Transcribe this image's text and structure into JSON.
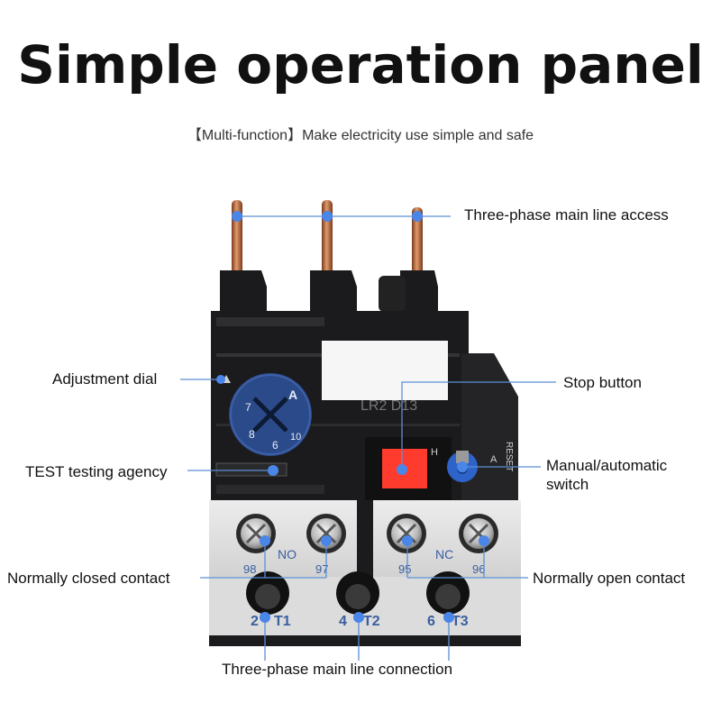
{
  "title": "Simple operation panel",
  "subtitle": "【Multi-function】Make electricity use simple and safe",
  "callouts": {
    "three_phase_access": "Three-phase main line access",
    "adjustment_dial": "Adjustment dial",
    "stop_button": "Stop button",
    "test_agency": "TEST testing agency",
    "manual_auto_line1": "Manual/automatic",
    "manual_auto_line2": "switch",
    "nc_contact": "Normally closed contact",
    "no_contact": "Normally open contact",
    "main_connection": "Three-phase main line connection"
  },
  "device": {
    "model_label": "LR2 D13",
    "dial_marks": [
      "A",
      "7",
      "8",
      "6",
      "10"
    ],
    "switch_h": "H",
    "switch_a": "A",
    "reset_label": "RESET",
    "upper_terminals": [
      "98",
      "97",
      "95",
      "96"
    ],
    "no_label": "NO",
    "nc_label": "NC",
    "lower_terminals": [
      "2",
      "T1",
      "4",
      "T2",
      "6",
      "T3"
    ]
  },
  "colors": {
    "callout_line": "#5b8fd6",
    "callout_dot": "#4a86e8",
    "housing": "#1b1b1d",
    "terminal_block": "#e4e4e4",
    "dial": "#2b4a8a",
    "stop_button": "#ff3b2e",
    "copper": "#b86a3c"
  },
  "icons": [
    "screw-terminal-icon",
    "adjustment-dial-icon",
    "stop-button-icon",
    "selector-switch-icon"
  ]
}
